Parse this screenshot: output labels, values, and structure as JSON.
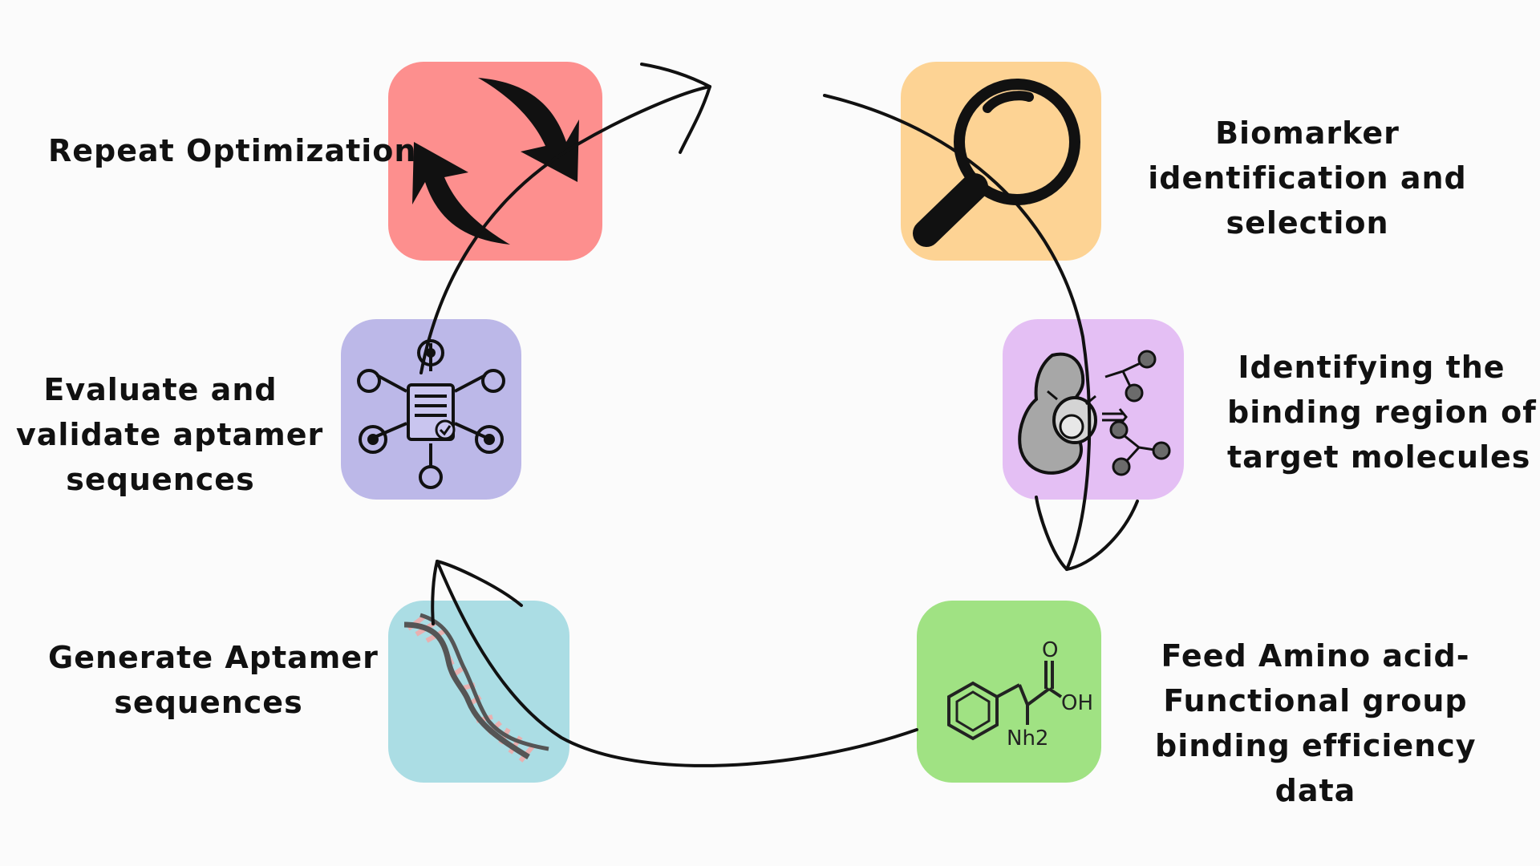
{
  "steps": {
    "repeat": {
      "label": "Repeat Optimization",
      "icon": "refresh-cycle-icon",
      "color": "#fd8f8e"
    },
    "biomarker": {
      "lines": [
        "Biomarker",
        "identification and",
        "selection"
      ],
      "icon": "magnifying-glass-icon",
      "color": "#fdd394"
    },
    "binding": {
      "lines": [
        "Identifying the",
        "binding region of",
        "target molecules"
      ],
      "icon": "protein-binding-icon",
      "color": "#e4bff4"
    },
    "feed": {
      "lines": [
        "Feed Amino acid-",
        "Functional group",
        "binding efficiency",
        "data"
      ],
      "icon": "amino-acid-structure-icon",
      "color": "#a0e283",
      "chem": {
        "o": "O",
        "oh": "OH",
        "nh2": "Nh2"
      }
    },
    "generate": {
      "lines": [
        "Generate Aptamer",
        "sequences"
      ],
      "icon": "dna-strand-icon",
      "color": "#abdde4"
    },
    "evaluate": {
      "lines": [
        "Evaluate and",
        "validate aptamer",
        "sequences"
      ],
      "icon": "network-document-icon",
      "color": "#bcb8e8"
    }
  }
}
